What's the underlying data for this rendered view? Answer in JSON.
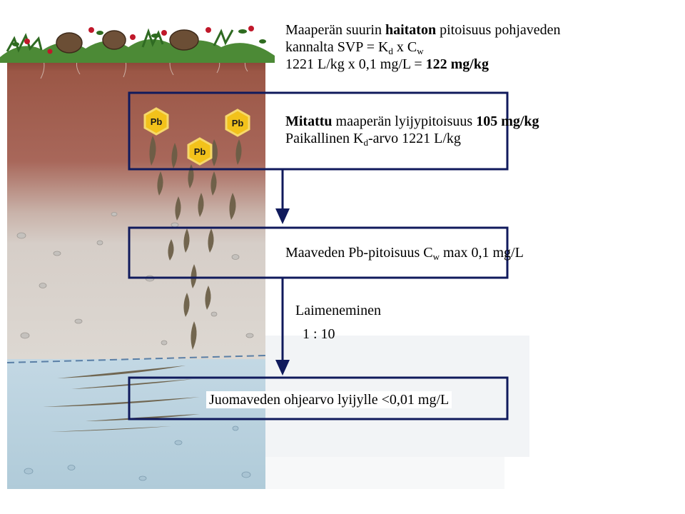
{
  "top_note": {
    "line1_a": "Maaperän suurin ",
    "line1_bold": "haitaton",
    "line1_b": " pitoisuus pohjaveden",
    "line2_a": "kannalta SVP = K",
    "line2_sub1": "d",
    "line2_b": " x C",
    "line2_sub2": "w",
    "line3_a": "1221 L/kg x 0,1 mg/L = ",
    "line3_bold": "122 mg/kg"
  },
  "box1": {
    "line1_bold_a": "Mitattu",
    "line1_a": " maaperän lyijypitoisuus ",
    "line1_bold_b": "105 mg/kg",
    "line2_a": "Paikallinen K",
    "line2_sub": "d",
    "line2_b": "-arvo 1221 L/kg"
  },
  "box2": {
    "text_a": "Maaveden Pb-pitoisuus C",
    "text_sub": "w",
    "text_b": " max 0,1 mg/L"
  },
  "dilution": {
    "label": "Laimeneminen",
    "ratio": "1 : 10"
  },
  "box3": {
    "text": "Juomaveden ohjearvo lyijylle <0,01 mg/L"
  },
  "pb_labels": [
    "Pb",
    "Pb",
    "Pb"
  ],
  "colors": {
    "frame": "#101a5c",
    "topsoil": "#8a4a3a",
    "subsoil": "#b8aca4",
    "groundwater": "#bcd3e0",
    "water_table_line": "#5a7fa6",
    "pb_hex": "#f2c21b",
    "plume": "#6a5d45",
    "moss": "#3f7a2e",
    "berry": "#c0182a"
  },
  "icons": [
    "moss-icon",
    "pinecone-icon",
    "berry-icon",
    "pb-hexagon-icon",
    "arrow-down-icon"
  ]
}
